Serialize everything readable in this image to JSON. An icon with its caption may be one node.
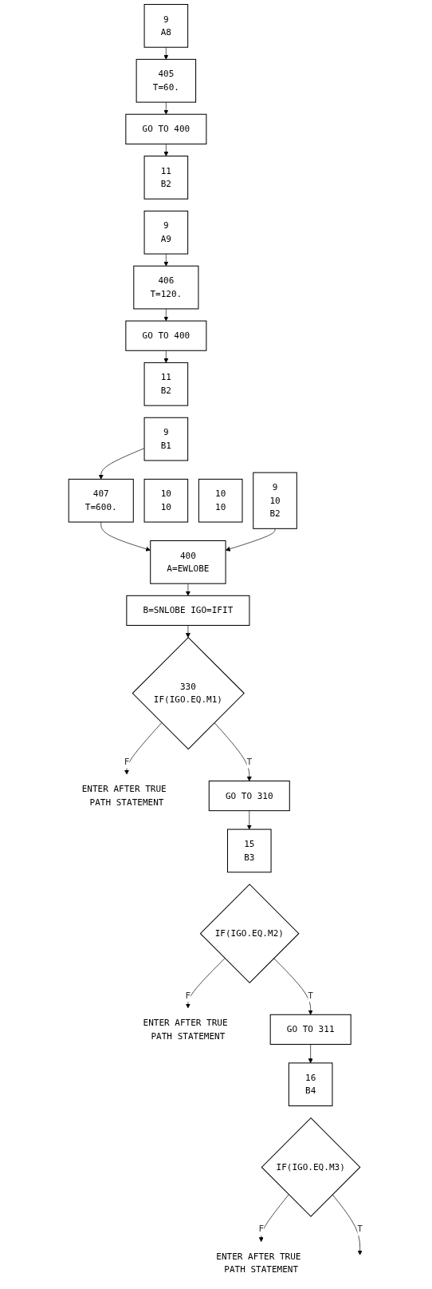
{
  "diagram": {
    "nodes": [
      {
        "text": [
          "9",
          "A8"
        ]
      },
      {
        "text": [
          "405",
          "T=60."
        ]
      },
      {
        "text": [
          "GO TO 400"
        ]
      },
      {
        "text": [
          "11",
          "B2"
        ]
      },
      {
        "text": [
          "9",
          "A9"
        ]
      },
      {
        "text": [
          "406",
          "T=120."
        ]
      },
      {
        "text": [
          "GO TO 400"
        ]
      },
      {
        "text": [
          "11",
          "B2"
        ]
      },
      {
        "text": [
          "9",
          "B1"
        ]
      },
      {
        "text": [
          "407",
          "T=600."
        ]
      },
      {
        "text": [
          "10",
          "10"
        ]
      },
      {
        "text": [
          "10",
          "10"
        ]
      },
      {
        "text": [
          "9",
          "10",
          "B2"
        ]
      },
      {
        "text": [
          "400",
          "A=EWLOBE"
        ]
      },
      {
        "text": [
          "B=SNLOBE IGO=IFIT"
        ]
      },
      {
        "text": [
          "330",
          "IF(IGO.EQ.M1)"
        ]
      },
      {
        "text": [
          "ENTER AFTER TRUE PATH STATEMENT"
        ]
      },
      {
        "text": [
          "GO TO 310"
        ]
      },
      {
        "text": [
          "15",
          "B3"
        ]
      },
      {
        "text": [
          "IF(IGO.EQ.M2)"
        ]
      },
      {
        "text": [
          "ENTER AFTER TRUE PATH STATEMENT"
        ]
      },
      {
        "text": [
          "GO TO 311"
        ]
      },
      {
        "text": [
          "16",
          "B4"
        ]
      },
      {
        "text": [
          "IF(IGO.EQ.M3)"
        ]
      },
      {
        "text": [
          "ENTER AFTER TRUE PATH STATEMENT"
        ]
      }
    ],
    "edges": [
      {
        "from": 0,
        "to": 1,
        "arrow": "to"
      },
      {
        "from": 1,
        "to": 2,
        "arrow": "to"
      },
      {
        "from": 2,
        "to": 3,
        "arrow": "to"
      },
      {
        "from": 4,
        "to": 5,
        "arrow": "to"
      },
      {
        "from": 5,
        "to": 6,
        "arrow": "to"
      },
      {
        "from": 6,
        "to": 7,
        "arrow": "to"
      },
      {
        "from": 8,
        "to": 9,
        "arrow": "to"
      },
      {
        "from": 9,
        "to": 13,
        "arrow": "to"
      },
      {
        "from": 12,
        "to": 13,
        "arrow": "to"
      },
      {
        "from": 13,
        "to": 14,
        "arrow": "to"
      },
      {
        "from": 14,
        "to": 15,
        "arrow": "to"
      },
      {
        "from": 15,
        "to": 16,
        "arrow": "to",
        "label": "F"
      },
      {
        "from": 15,
        "to": 17,
        "arrow": "to",
        "label": "T"
      },
      {
        "from": 17,
        "to": 18,
        "arrow": "to"
      },
      {
        "from": 19,
        "to": 20,
        "arrow": "to",
        "label": "F"
      },
      {
        "from": 19,
        "to": 21,
        "arrow": "to",
        "label": "T"
      },
      {
        "from": 21,
        "to": 22,
        "arrow": "to"
      },
      {
        "from": 23,
        "to": 24,
        "arrow": "to",
        "label": "F"
      },
      {
        "from": 23,
        "to": null,
        "arrow": "to",
        "label": "T"
      }
    ]
  }
}
